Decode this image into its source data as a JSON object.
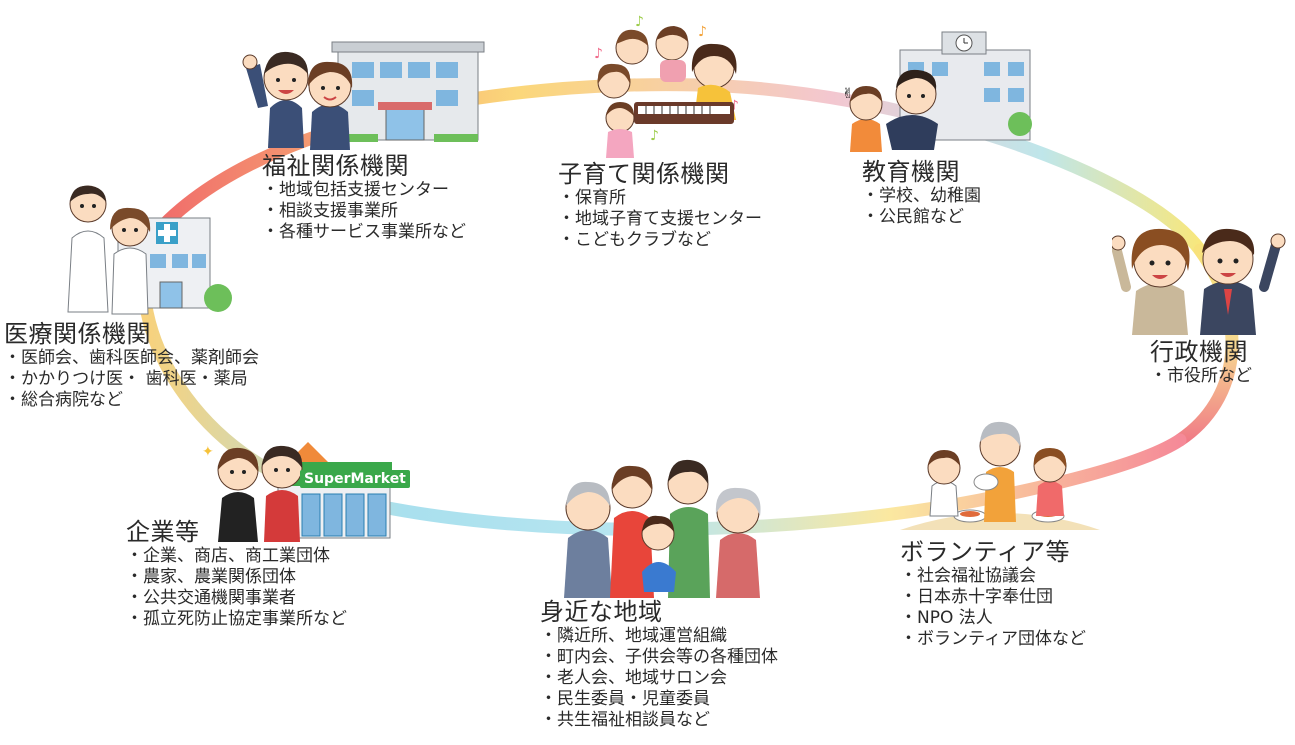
{
  "colors": {
    "ring_red": "#f06a6a",
    "ring_yellow": "#fbe48a",
    "ring_cyan": "#a9e0ee",
    "ring_pink": "#f59ab0",
    "ring_orange": "#f6c36a"
  },
  "store_sign": "SuperMarket",
  "nodes": [
    {
      "id": "welfare",
      "title": "福祉関係機関",
      "illustration": "two-staff-waving-and-facility-building",
      "items": [
        "地域包括支援センター",
        "相談支援事業所",
        "各種サービス事業所など"
      ]
    },
    {
      "id": "childcare",
      "title": "子育て関係機関",
      "illustration": "children-and-teacher-with-piano",
      "items": [
        "保育所",
        "地域子育て支援センター",
        "こどもクラブなど"
      ]
    },
    {
      "id": "education",
      "title": "教育機関",
      "illustration": "child-and-teacher-with-school",
      "items": [
        "学校、幼稚園",
        "公民館など"
      ]
    },
    {
      "id": "medical",
      "title": "医療関係機関",
      "illustration": "doctor-and-nurse-with-hospital",
      "items": [
        "医師会、歯科医師会、薬剤師会",
        "かかりつけ医・ 歯科医・薬局",
        "総合病院など"
      ]
    },
    {
      "id": "administration",
      "title": "行政機関",
      "illustration": "two-officials-cheering",
      "items": [
        "市役所など"
      ]
    },
    {
      "id": "business",
      "title": "企業等",
      "illustration": "two-clerks-with-supermarket",
      "items": [
        "企業、商店、商工業団体",
        "農家、農業関係団体",
        "公共交通機関事業者",
        "孤立死防止協定事業所など"
      ]
    },
    {
      "id": "neighborhood",
      "title": "身近な地域",
      "illustration": "three-generation-family",
      "items": [
        "隣近所、地域運営組織",
        "町内会、子供会等の各種団体",
        "老人会、地域サロン会",
        "民生委員・児童委員",
        "共生福祉相談員など"
      ]
    },
    {
      "id": "volunteer",
      "title": "ボランティア等",
      "illustration": "volunteer-serving-meal-to-children",
      "items": [
        "社会福祉協議会",
        "日本赤十字奉仕団",
        "NPO 法人",
        "ボランティア団体など"
      ]
    }
  ]
}
